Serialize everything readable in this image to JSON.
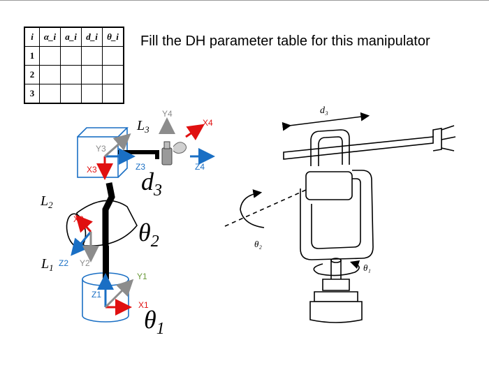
{
  "table": {
    "headers": [
      "i",
      "α_i",
      "a_i",
      "d_i",
      "θ_i"
    ],
    "rows": [
      "1",
      "2",
      "3"
    ]
  },
  "prompt": "Fill the DH parameter table for this manipulator",
  "schematic": {
    "link_labels": {
      "L1": "L",
      "L1_sub": "1",
      "L2": "L",
      "L2_sub": "2",
      "L3": "L",
      "L3_sub": "3"
    },
    "joint_labels": {
      "d3": "d",
      "d3_sub": "3",
      "theta2": "θ",
      "theta2_sub": "2",
      "theta1": "θ",
      "theta1_sub": "1"
    },
    "axes": {
      "x1": "X1",
      "y1": "Y1",
      "z1": "Z1",
      "x2": "X2",
      "y2": "Y2",
      "z2": "Z2",
      "x3": "X3",
      "y3": "Y3",
      "z3": "Z3",
      "x4": "X4",
      "y4": "Y4",
      "z4": "Z4"
    }
  },
  "sketch": {
    "d3_label": "d₃",
    "theta2_label": "θ₂",
    "theta1_label": "θ₁"
  },
  "colors": {
    "red": "#e01010",
    "blue": "#1a6fc4",
    "gray": "#8c8c8c",
    "axis_blue_text": "#1a6fc4",
    "green_text": "#6a9a3a"
  }
}
